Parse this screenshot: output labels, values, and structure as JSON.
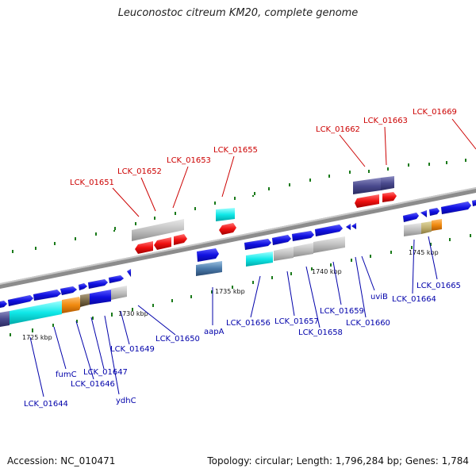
{
  "title": "Leuconostoc citreum KM20, complete genome",
  "footer": {
    "accession": "Accession: NC_010471",
    "topology": "Topology: circular; Length: 1,796,284 bp; Genes: 1,784"
  },
  "ticks": [
    "1725 kbp",
    "1730 kbp",
    "1735 kbp",
    "1740 kbp",
    "1745 kbp"
  ],
  "labels_top": [
    "LCK_01651",
    "LCK_01652",
    "LCK_01653",
    "LCK_01655",
    "LCK_01662",
    "LCK_01663",
    "LCK_01669"
  ],
  "labels_bottom": [
    "LCK_01644",
    "fumC",
    "LCK_01646",
    "LCK_01647",
    "ydhC",
    "LCK_01649",
    "LCK_01650",
    "aapA",
    "LCK_01656",
    "LCK_01657",
    "LCK_01658",
    "LCK_01659",
    "LCK_01660",
    "uviB",
    "LCK_01664",
    "LCK_01665"
  ],
  "colors": {
    "top_label": "#cc0000",
    "bottom_label": "#0000aa",
    "gene_blue": "#1414d8",
    "gene_cyan": "#00dede",
    "gene_red": "#ee1111",
    "gene_grey": "#bbbbbb",
    "gene_navy": "#4a4a8e",
    "gene_orange": "#f08a10",
    "gene_steel": "#4a7aaa",
    "backbone": "#8c8c8c",
    "tick": "#1a7a1a"
  }
}
